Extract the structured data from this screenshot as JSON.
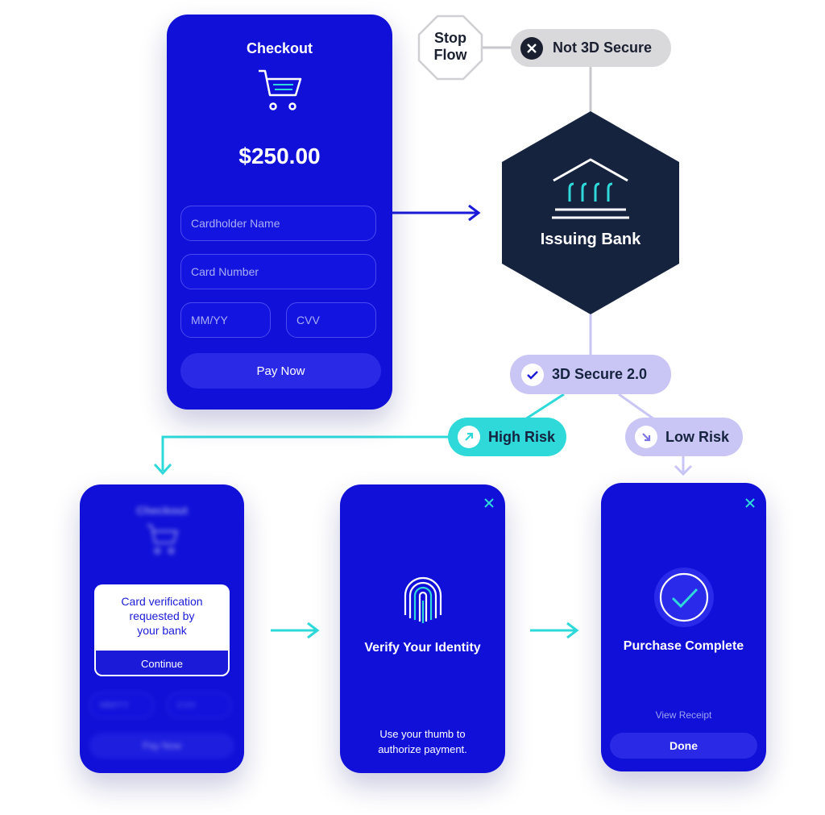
{
  "checkout_phone": {
    "title": "Checkout",
    "amount": "$250.00",
    "cardholder_placeholder": "Cardholder Name",
    "card_number_placeholder": "Card Number",
    "expiry_placeholder": "MM/YY",
    "cvv_placeholder": "CVV",
    "pay_button": "Pay Now"
  },
  "stop_flow": {
    "label_line1": "Stop",
    "label_line2": "Flow"
  },
  "not_3ds": {
    "label": "Not 3D Secure"
  },
  "bank": {
    "label": "Issuing Bank"
  },
  "secure": {
    "label": "3D Secure 2.0"
  },
  "high_risk": {
    "label": "High Risk"
  },
  "low_risk": {
    "label": "Low Risk"
  },
  "verify_phone": {
    "blur_title": "Checkout",
    "blur_expiry": "MM/YY",
    "blur_cvv": "CVV",
    "blur_pay": "Pay Now",
    "modal_line1": "Card verification",
    "modal_line2": "requested by",
    "modal_line3": "your bank",
    "modal_button": "Continue"
  },
  "identity_phone": {
    "title": "Verify Your Identity",
    "hint_line1": "Use your thumb to",
    "hint_line2": "authorize payment."
  },
  "complete_phone": {
    "title": "Purchase Complete",
    "view_receipt": "View Receipt",
    "done_button": "Done"
  },
  "colors": {
    "phone_blue": "#1010d8",
    "bank_navy": "#16233f",
    "accent_teal": "#2fd9d9",
    "lavender": "#c9c6f5",
    "gray_pill": "#d9d9dc"
  }
}
